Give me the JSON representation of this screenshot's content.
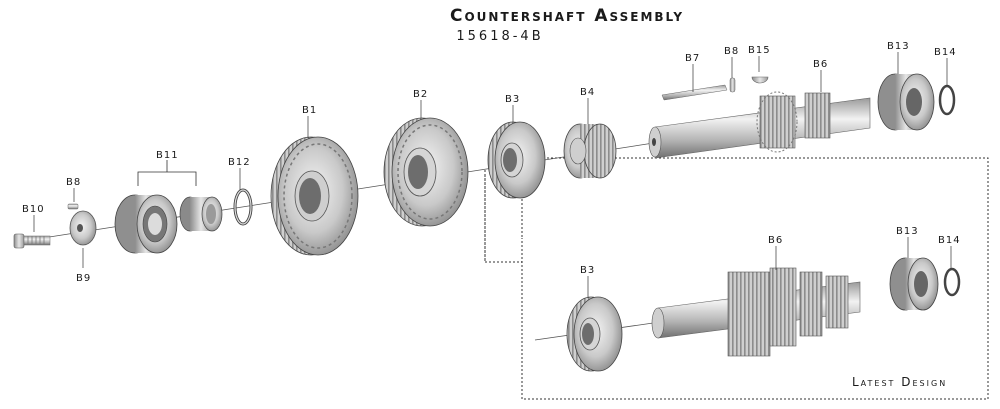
{
  "title": "Countershaft Assembly",
  "part_number": "15618-4B",
  "inset_caption": "Latest Design",
  "labels": {
    "B1": "B1",
    "B2": "B2",
    "B3": "B3",
    "B4": "B4",
    "B6": "B6",
    "B7": "B7",
    "B8": "B8",
    "B9": "B9",
    "B10": "B10",
    "B11": "B11",
    "B12": "B12",
    "B13": "B13",
    "B14": "B14",
    "B15": "B15",
    "inset_B3": "B3",
    "inset_B6": "B6",
    "inset_B13": "B13",
    "inset_B14": "B14"
  }
}
